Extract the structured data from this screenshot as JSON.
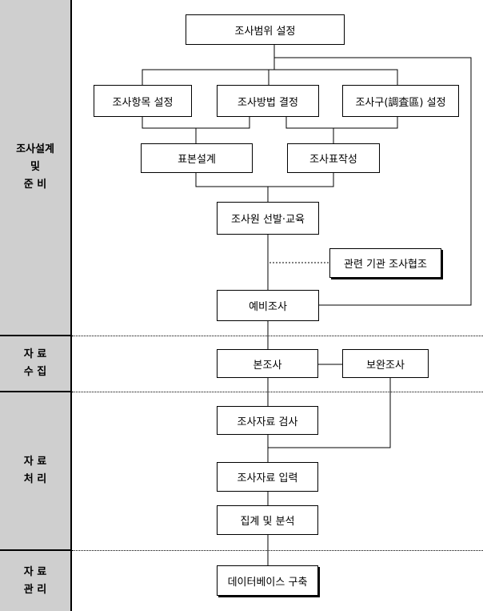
{
  "phases": {
    "design": "조사설계\n및\n준    비",
    "collect": "자  료\n수  집",
    "process": "자  료\n처  리",
    "manage": "자  료\n관  리"
  },
  "nodes": {
    "scope": "조사범위 설정",
    "items": "조사항목 설정",
    "method": "조사방법 결정",
    "district": "조사구(調査區) 설정",
    "sample": "표본설계",
    "frame": "조사표작성",
    "staff": "조사원 선발·교육",
    "coop": "관련 기관 조사협조",
    "pilot": "예비조사",
    "main": "본조사",
    "supp": "보완조사",
    "check": "조사자료 검사",
    "input": "조사자료 입력",
    "agg": "집계 및 분석",
    "db": "데이터베이스 구축"
  }
}
